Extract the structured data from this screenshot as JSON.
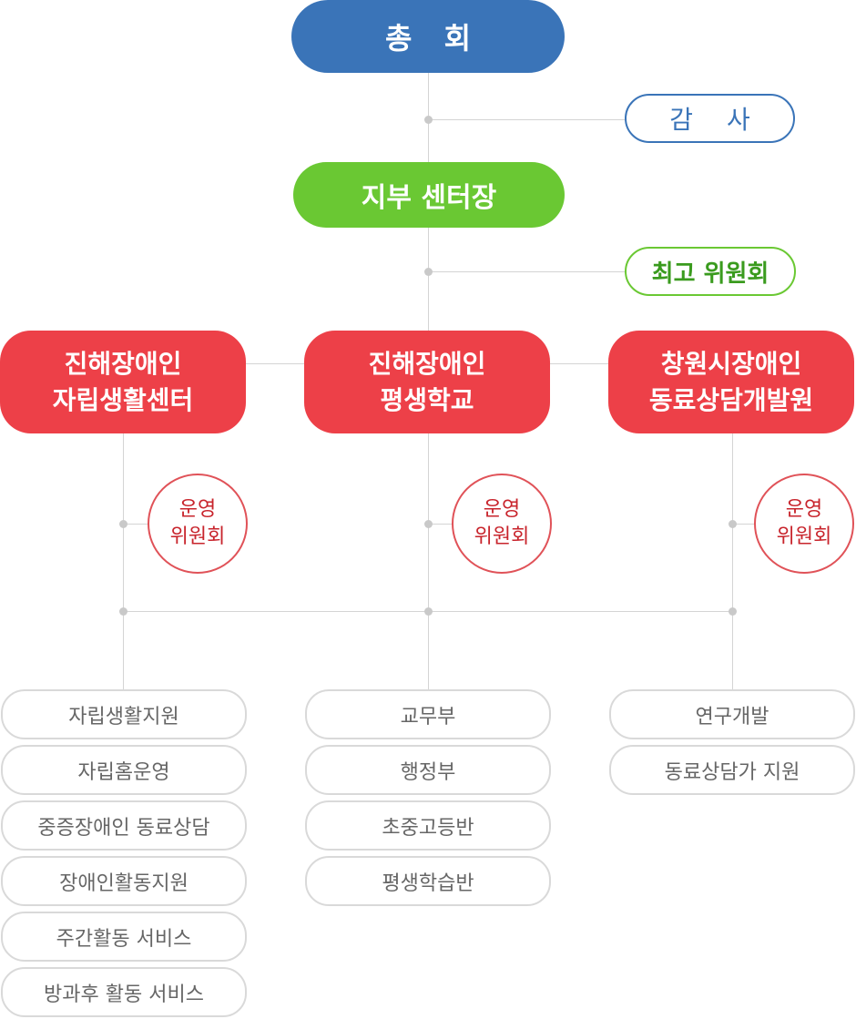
{
  "top": {
    "label": "총 회"
  },
  "audit": {
    "label": "감 사"
  },
  "branch_head": {
    "label": "지부 센터장"
  },
  "supreme_committee": {
    "label": "최고 위원회"
  },
  "organizations": [
    {
      "line1": "진해장애인",
      "line2": "자립생활센터",
      "committee": {
        "line1": "운영",
        "line2": "위원회"
      },
      "departments": [
        "자립생활지원",
        "자립홈운영",
        "중증장애인 동료상담",
        "장애인활동지원",
        "주간활동 서비스",
        "방과후 활동 서비스"
      ]
    },
    {
      "line1": "진해장애인",
      "line2": "평생학교",
      "committee": {
        "line1": "운영",
        "line2": "위원회"
      },
      "departments": [
        "교무부",
        "행정부",
        "초중고등반",
        "평생학습반"
      ]
    },
    {
      "line1": "창원시장애인",
      "line2": "동료상담개발원",
      "committee": {
        "line1": "운영",
        "line2": "위원회"
      },
      "departments": [
        "연구개발",
        "동료상담가 지원"
      ]
    }
  ],
  "colors": {
    "top": "#3a74b8",
    "branch": "#6ac833",
    "organization": "#ed4048",
    "committee_text": "#c8242c",
    "department_border": "#d9d9d9",
    "connector": "#d4d4d4"
  }
}
